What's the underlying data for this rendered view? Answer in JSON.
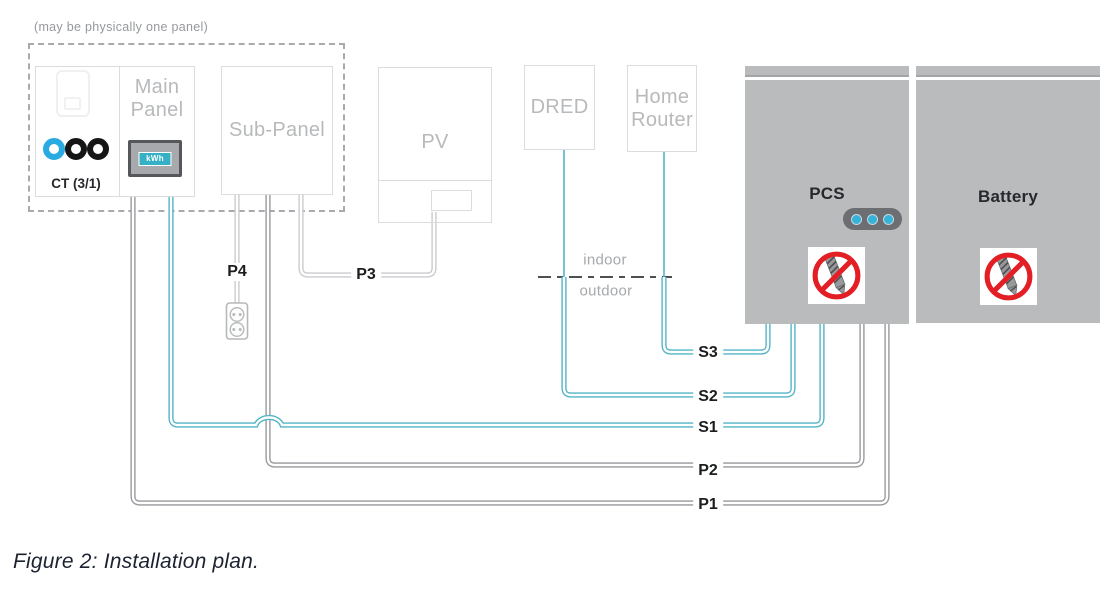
{
  "note": {
    "text": "(may be physically one panel)"
  },
  "caption": {
    "text": "Figure 2: Installation plan."
  },
  "panels": {
    "ct": {
      "label": "CT (3/1)"
    },
    "main_panel": {
      "lines": [
        "Main",
        "Panel"
      ],
      "meter": "kWh"
    },
    "sub_panel": {
      "label": "Sub-Panel"
    },
    "pv": {
      "label": "PV"
    },
    "dred": {
      "label": "DRED"
    },
    "home_router": {
      "lines": [
        "Home",
        "Router"
      ]
    },
    "pcs": {
      "label": "PCS"
    },
    "battery": {
      "label": "Battery"
    }
  },
  "boundary": {
    "indoor": "indoor",
    "outdoor": "outdoor"
  },
  "wires": {
    "p1": {
      "label": "P1",
      "color": "#97999c"
    },
    "p2": {
      "label": "P2",
      "color": "#97999c"
    },
    "p3": {
      "label": "P3",
      "color": "#c9cbcd"
    },
    "p4": {
      "label": "P4",
      "color": "#c9cbcd"
    },
    "s1": {
      "label": "S1",
      "color": "#53b4c7"
    },
    "s2": {
      "label": "S2",
      "color": "#53b4c7"
    },
    "s3": {
      "label": "S3",
      "color": "#53b4c7"
    }
  },
  "colors": {
    "teal_wire": "#53b4c7",
    "gray_wire": "#97999c",
    "light_wire": "#c9cbcd",
    "unit_fill": "#b9bbbd",
    "ct_accent": "#29abe2",
    "meter_teal": "#35b0c4",
    "prohibition_red": "#e31e24",
    "box_border": "#dbdcdd"
  }
}
